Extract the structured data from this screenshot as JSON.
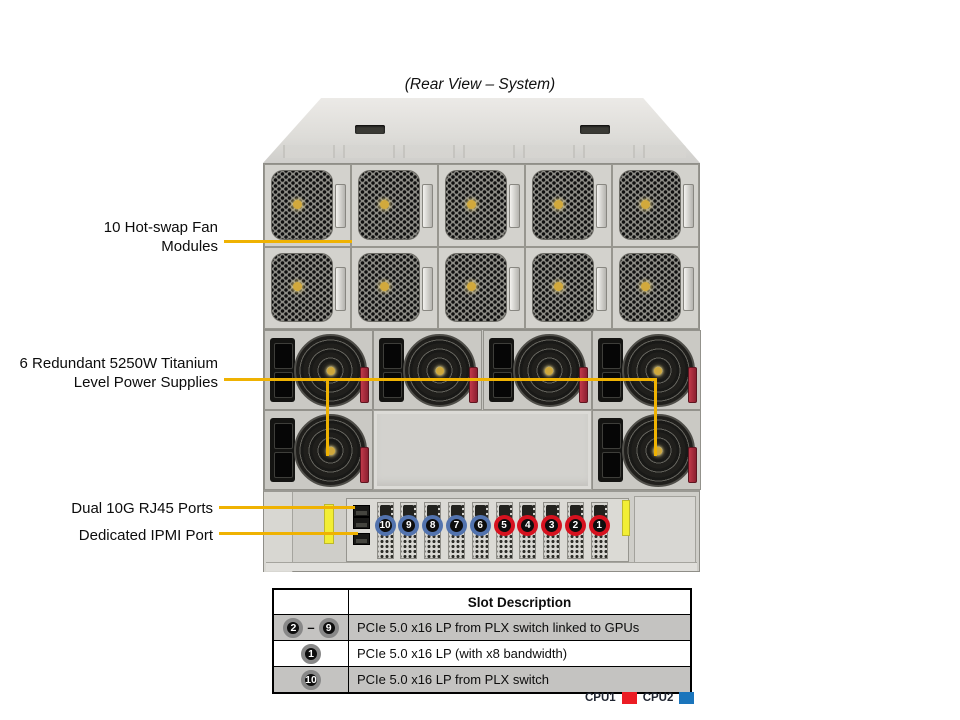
{
  "title": "(Rear View – System)",
  "annotations": {
    "fan_label": "10 Hot-swap Fan\nModules",
    "psu_label": "6 Redundant 5250W Titanium\nLevel Power Supplies",
    "rj45_label": "Dual 10G RJ45 Ports",
    "ipmi_label": "Dedicated IPMI Port"
  },
  "rear_panel": {
    "slots": [
      {
        "label": "10",
        "cpu": "CPU2"
      },
      {
        "label": "9",
        "cpu": "CPU2"
      },
      {
        "label": "8",
        "cpu": "CPU2"
      },
      {
        "label": "7",
        "cpu": "CPU2"
      },
      {
        "label": "6",
        "cpu": "CPU2"
      },
      {
        "label": "5",
        "cpu": "CPU1"
      },
      {
        "label": "4",
        "cpu": "CPU1"
      },
      {
        "label": "3",
        "cpu": "CPU1"
      },
      {
        "label": "2",
        "cpu": "CPU1"
      },
      {
        "label": "1",
        "cpu": "CPU1"
      }
    ]
  },
  "table": {
    "header": "Slot Description",
    "rows": [
      {
        "badges": [
          {
            "n": "2",
            "cpu": "CPU1"
          },
          {
            "n": "9",
            "cpu": "CPU2"
          }
        ],
        "separator": "–",
        "desc": "PCIe 5.0 x16 LP from PLX switch linked to GPUs"
      },
      {
        "badges": [
          {
            "n": "1",
            "cpu": "CPU1"
          }
        ],
        "desc": "PCIe 5.0 x16 LP (with x8 bandwidth)"
      },
      {
        "badges": [
          {
            "n": "10",
            "cpu": "CPU2"
          }
        ],
        "desc": "PCIe 5.0 x16 LP from PLX switch"
      }
    ]
  },
  "legend": {
    "items": [
      {
        "label": "CPU1",
        "color": "#ec1c24"
      },
      {
        "label": "CPU2",
        "color": "#1b75bc"
      }
    ]
  },
  "colors": {
    "annotation_line": "#efb202",
    "badge_red": "#d6121f",
    "badge_blue": "#5273ae"
  }
}
